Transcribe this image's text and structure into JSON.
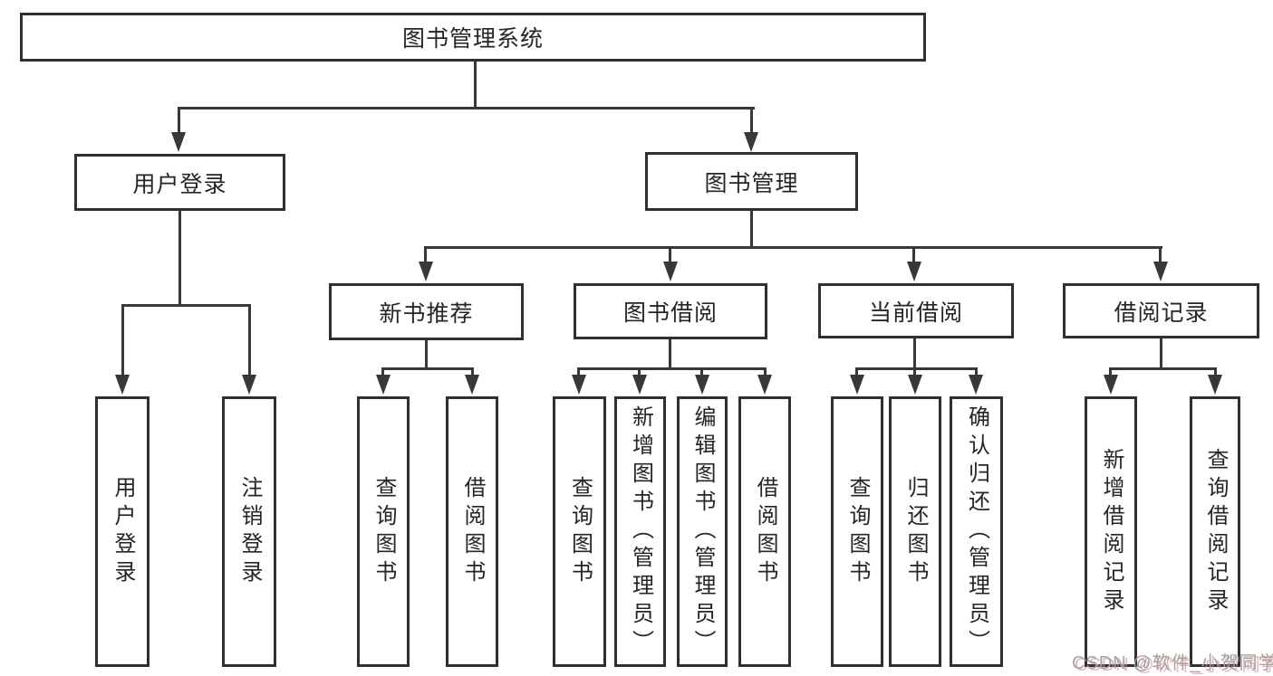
{
  "diagram_type": "hierarchy-tree",
  "nodes": {
    "root": {
      "label": "图书管理系统"
    },
    "user_login": {
      "label": "用户登录"
    },
    "book_mgmt": {
      "label": "图书管理"
    },
    "new_book_rec": {
      "label": "新书推荐"
    },
    "book_borrow": {
      "label": "图书借阅"
    },
    "current_borrow": {
      "label": "当前借阅"
    },
    "borrow_record": {
      "label": "借阅记录"
    },
    "leaf_user_login": {
      "label": "用户登录"
    },
    "leaf_logout": {
      "label": "注销登录"
    },
    "leaf_query_book_1": {
      "label": "查询图书"
    },
    "leaf_borrow_book_1": {
      "label": "借阅图书"
    },
    "leaf_query_book_2": {
      "label": "查询图书"
    },
    "leaf_add_book": {
      "label": "新增图书（管理员）"
    },
    "leaf_edit_book": {
      "label": "编辑图书（管理员）"
    },
    "leaf_borrow_book_2": {
      "label": "借阅图书"
    },
    "leaf_query_book_3": {
      "label": "查询图书"
    },
    "leaf_return_book": {
      "label": "归还图书"
    },
    "leaf_confirm_return": {
      "label": "确认归还（管理员）"
    },
    "leaf_add_borrow_record": {
      "label": "新增借阅记录"
    },
    "leaf_query_borrow_record": {
      "label": "查询借阅记录"
    }
  },
  "hierarchy": {
    "图书管理系统": {
      "用户登录": [
        "用户登录",
        "注销登录"
      ],
      "图书管理": {
        "新书推荐": [
          "查询图书",
          "借阅图书"
        ],
        "图书借阅": [
          "查询图书",
          "新增图书（管理员）",
          "编辑图书（管理员）",
          "借阅图书"
        ],
        "当前借阅": [
          "查询图书",
          "归还图书",
          "确认归还（管理员）"
        ],
        "借阅记录": [
          "新增借阅记录",
          "查询借阅记录"
        ]
      }
    }
  },
  "watermark": "CSDN @软件_小贺同学",
  "colors": {
    "line": "#383838",
    "box_border": "#2f2f2f",
    "box_fill": "#ffffff",
    "text": "#252525",
    "background": "#ffffff",
    "watermark_text": "#a3a3a3",
    "watermark_shadow": "#d98f8f"
  }
}
